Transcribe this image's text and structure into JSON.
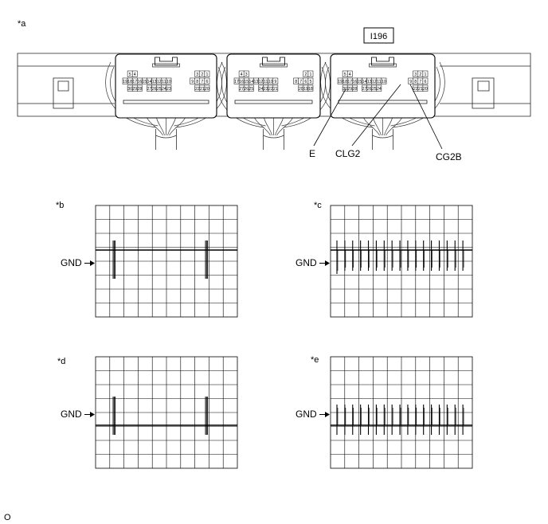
{
  "figure_labels": {
    "a": "*a",
    "b": "*b",
    "c": "*c",
    "d": "*d",
    "e": "*e"
  },
  "connector_id": "I196",
  "pin_labels": {
    "e": "E",
    "clg2": "CLG2",
    "cg2b": "CG2B"
  },
  "gnd_label": "GND",
  "corner_mark": "O",
  "connectors": [
    {
      "top_left": [
        "5",
        "4"
      ],
      "top_right": [
        "3",
        "2",
        "1"
      ],
      "mid_left": [
        "19",
        "18",
        "17",
        "16",
        "15",
        "14",
        "13",
        "12",
        "11",
        "10"
      ],
      "mid_right": [
        "9",
        "8",
        "7",
        "6"
      ],
      "bot_left": [
        "30",
        "29",
        "28"
      ],
      "bot_mid": [
        "27",
        "26",
        "25",
        "24",
        "23"
      ],
      "bot_right": [
        "22",
        "21",
        "20"
      ]
    },
    {
      "top_left": [
        "4",
        "3"
      ],
      "top_right": [
        "2",
        "1"
      ],
      "mid_left": [
        "17",
        "16",
        "15",
        "14",
        "13",
        "12",
        "11",
        "10",
        "9"
      ],
      "mid_right": [
        "8",
        "7",
        "6",
        "5"
      ],
      "bot_left": [
        "27",
        "26",
        "25"
      ],
      "bot_mid": [
        "24",
        "23",
        "22",
        "21"
      ],
      "bot_right": [
        "20",
        "19",
        "18"
      ]
    },
    {
      "top_left": [
        "5",
        "4"
      ],
      "top_right": [
        "3",
        "2",
        "1"
      ],
      "mid_left": [
        "19",
        "18",
        "17",
        "16",
        "15",
        "14",
        "13",
        "12",
        "11",
        "10"
      ],
      "mid_right": [
        "9",
        "8",
        "7",
        "6"
      ],
      "bot_left": [
        "30",
        "29",
        "28"
      ],
      "bot_mid": [
        "27",
        "26",
        "25",
        "24"
      ],
      "bot_right": [
        "22",
        "21",
        "20"
      ]
    }
  ],
  "waveforms": [
    {
      "id": "b",
      "pulse_direction": "down",
      "pulse_count": 2
    },
    {
      "id": "c",
      "pulse_direction": "down",
      "pulse_count": 17
    },
    {
      "id": "d",
      "pulse_direction": "up",
      "pulse_count": 2
    },
    {
      "id": "e",
      "pulse_direction": "up",
      "pulse_count": 17
    }
  ]
}
